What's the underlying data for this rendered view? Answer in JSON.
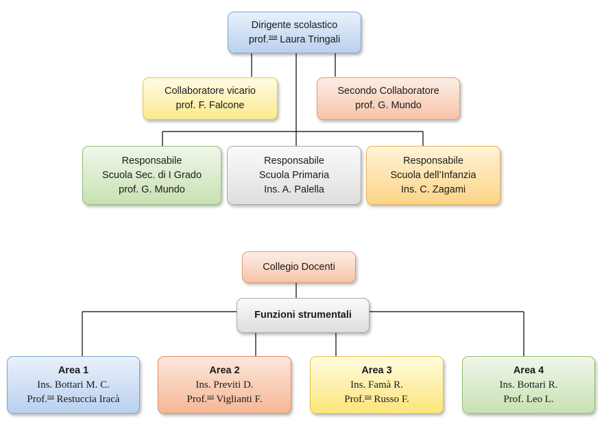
{
  "chart1": {
    "head": {
      "line1": "Dirigente  scolastico",
      "line2_prefix": "prof.",
      "line2_sup": "ssa",
      "line2_rest": " Laura Tringali"
    },
    "collaborators": [
      {
        "line1": "Collaboratore vicario",
        "line2": "prof. F. Falcone"
      },
      {
        "line1": "Secondo Collaboratore",
        "line2": "prof. G. Mundo"
      }
    ],
    "responsibles": [
      {
        "line1": "Responsabile",
        "line2": "Scuola Sec. di I Grado",
        "line3": "prof. G. Mundo"
      },
      {
        "line1": "Responsabile",
        "line2": "Scuola Primaria",
        "line3": "Ins. A. Palella"
      },
      {
        "line1": "Responsabile",
        "line2": "Scuola dell’Infanzia",
        "line3": "Ins. C. Zagami"
      }
    ]
  },
  "chart2": {
    "collegio": "Collegio Docenti",
    "funzioni": "Funzioni strumentali",
    "areas": [
      {
        "title": "Area 1",
        "line1": "Ins. Bottari M. C.",
        "line2_prefix": "Prof.",
        "line2_sup": "ssa",
        "line2_rest": " Restuccia Iracà"
      },
      {
        "title": "Area 2",
        "line1": "Ins. Previti D.",
        "line2_prefix": "Prof.",
        "line2_sup": "ssa",
        "line2_rest": " Viglianti F."
      },
      {
        "title": "Area 3",
        "line1": "Ins. Famà R.",
        "line2_prefix": "Prof.",
        "line2_sup": "ssa",
        "line2_rest": " Russo F."
      },
      {
        "title": "Area 4",
        "line1": "Ins. Bottari R.",
        "line2": "Prof. Leo L."
      }
    ]
  }
}
